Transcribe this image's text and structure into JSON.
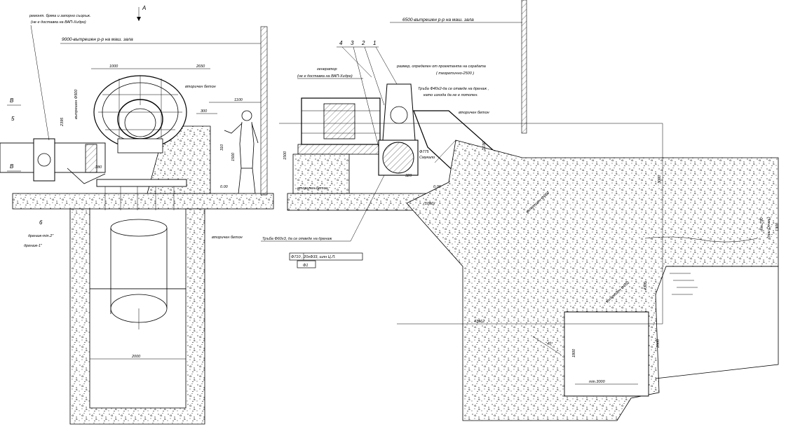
{
  "labels": {
    "section_arrow": "A",
    "repair_valve": "ремонт. бряка и запорно съоръж.",
    "repair_valve_note": "(не е доставка на ВАП-Хидро)",
    "hall_width_left": "9000-вътрешен р-р на маш. зала",
    "hall_width_right": "6500-вътрешен р-р на маш. зала",
    "generator": "генератор",
    "generator_note": "(не е доставка на ВАП-Хидро)",
    "part_numbers": [
      "4",
      "3",
      "2",
      "1"
    ],
    "size_note": "размер, определен от проектанта на сградата",
    "size_note_value": "( теоретично-2500 )",
    "pipe_note_1": "Тръба Ф40х2-да се отведе на дренаж ,",
    "pipe_note_2": "като изхода да не е потопен.",
    "secondary_concrete_1": "вторичен бетон",
    "secondary_concrete_2": "вторичен бетон",
    "secondary_concrete_3": "вторичен бетон",
    "secondary_concrete_4": "вторичен бетон",
    "secondary_concrete_5": "вторичен бетон",
    "pipe_60": "Тръба Ф60х3, да се отведе на дренаж",
    "spec_box": "Ф710 , 20хФ33, шлн Ц.Л.",
    "spec_box_sub": "Ф1",
    "drain_min": "дренаж-min.2\"",
    "drain_1": "дренаж-1\"",
    "suction": "Смукало",
    "inner_d_650": "вътрешен Ф650",
    "inner_d_500": "вътрешен Ф500",
    "d775": "Ф775",
    "min_level": "min.790",
    "q_max": "(при Qmax.)",
    "section_b": "В",
    "section_b2": "В",
    "callout_5": "5",
    "callout_6": "6",
    "level_000_left": "0.00",
    "level_000_right": "0.00"
  },
  "dimensions": {
    "d1000": "1000",
    "d2650": "2650",
    "d1100": "1100",
    "d300": "300",
    "d2395": "2395",
    "d310": "310",
    "d1500": "1500",
    "d1500b": "1500",
    "d280": "280",
    "d2000": "2000",
    "d1030": "1030",
    "d3000": "3000",
    "d1300": "1300",
    "d4300": "4300",
    "d2800": "2800",
    "d1800": "1800",
    "d4400": "43562",
    "d45": "45°",
    "dmin3000": "min.3000",
    "d1050": "(1050)",
    "d320": "320",
    "d1000b": "1000"
  }
}
